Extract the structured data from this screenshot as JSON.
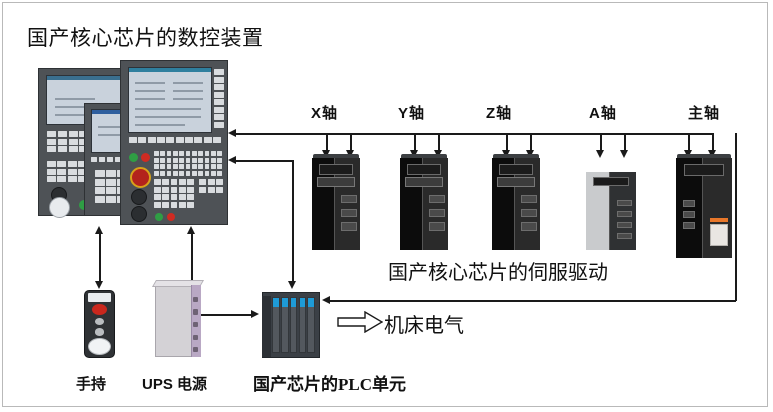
{
  "diagram": {
    "title": "国产核心芯片的数控装置",
    "axis_labels": [
      {
        "id": "x-axis",
        "label": "X轴"
      },
      {
        "id": "y-axis",
        "label": "Y轴"
      },
      {
        "id": "z-axis",
        "label": "Z轴"
      },
      {
        "id": "a-axis",
        "label": "A轴"
      },
      {
        "id": "spindle",
        "label": "主轴"
      }
    ],
    "captions": {
      "servo_drives": "国产核心芯片的伺服驱动",
      "machine_electrics": "机床电气",
      "handheld": "手持",
      "ups": "UPS 电源",
      "plc": "国产芯片的PLC单元"
    },
    "colors": {
      "line": "#1a1a1a",
      "text": "#111111",
      "plc_accent": "#1e9bd7",
      "estop_red": "#b3231c",
      "spindle_label_orange": "#e8772a",
      "ups_accent": "#b9a8c4",
      "border": "#b9b9b9"
    }
  }
}
